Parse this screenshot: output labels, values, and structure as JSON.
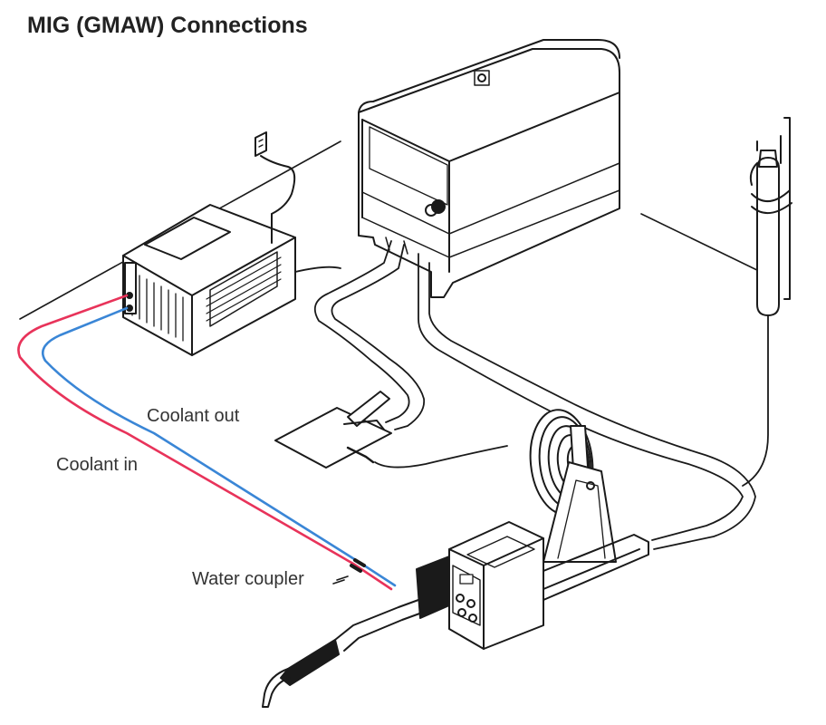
{
  "title": "MIG (GMAW) Connections",
  "labels": {
    "coolant_out": "Coolant out",
    "coolant_in": "Coolant in",
    "water_coupler": "Water coupler"
  },
  "colors": {
    "coolant_in_line": "#e8335a",
    "coolant_out_line": "#3a86d6",
    "line": "#1a1a1a"
  },
  "components": [
    "cooler-unit",
    "power-source",
    "wire-feeder",
    "wire-spool",
    "gas-cylinder",
    "work-clamp",
    "wall-outlet",
    "mig-gun"
  ]
}
